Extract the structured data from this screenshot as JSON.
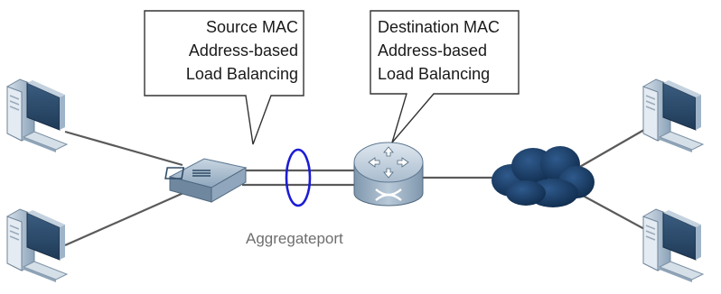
{
  "callouts": {
    "source": {
      "lines": [
        "Source MAC",
        "Address-based",
        "Load Balancing"
      ]
    },
    "destination": {
      "lines": [
        "Destination MAC",
        "Address-based",
        "Load Balancing"
      ]
    }
  },
  "aggregate_port_label": "Aggregateport",
  "nodes": {
    "pc_icon": "desktop-computer-icon",
    "switch_icon": "l2-switch-icon",
    "router_icon": "router-icon",
    "cloud_icon": "network-cloud-icon"
  },
  "colors": {
    "device_face": "#9fb4c8",
    "device_dark": "#2e4a66",
    "cloud": "#173a63",
    "link": "#5a5a5a",
    "aggregate_ellipse": "#1c1cd6",
    "callout_border": "#333333"
  }
}
